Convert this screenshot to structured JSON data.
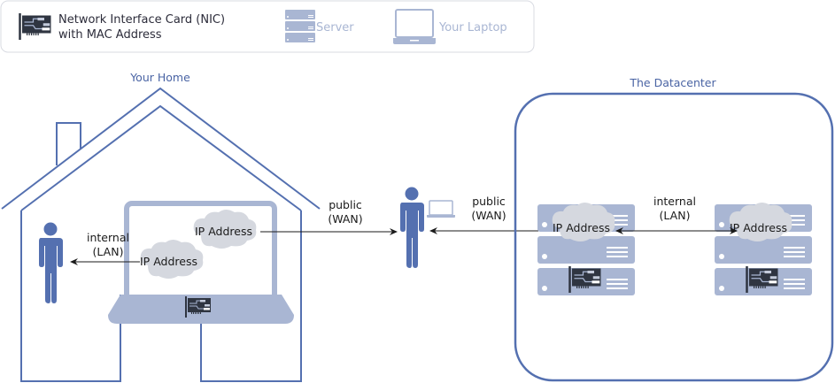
{
  "colors": {
    "primary": "#5470b0",
    "light": "#a9b6d3",
    "cloud": "#d5d8df",
    "nic_dark": "#2f3541",
    "text": "#1a1a1a"
  },
  "legend": {
    "nic_label_line1": "Network Interface Card (NIC)",
    "nic_label_line2": "with MAC Address",
    "server_label": "Server",
    "laptop_label": "Your Laptop"
  },
  "home": {
    "title": "Your Home",
    "lan_label_line1": "internal",
    "lan_label_line2": "(LAN)",
    "internal_ip": "IP Address",
    "public_ip": "IP Address"
  },
  "internet": {
    "left_label_line1": "public",
    "left_label_line2": "(WAN)",
    "right_label_line1": "public",
    "right_label_line2": "(WAN)"
  },
  "datacenter": {
    "title": "The Datacenter",
    "lan_label_line1": "internal",
    "lan_label_line2": "(LAN)",
    "server1_ip": "IP Address",
    "server2_ip": "IP Address"
  }
}
